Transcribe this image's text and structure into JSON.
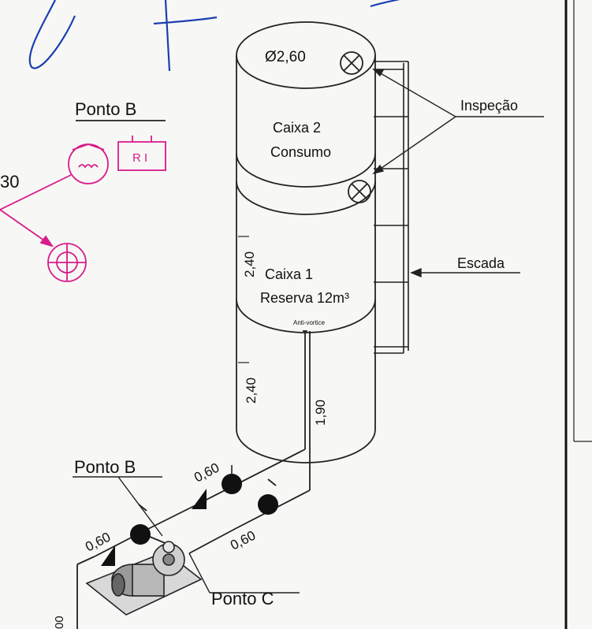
{
  "tank": {
    "diameter": "Ø2,60",
    "upper_name": "Caixa 2",
    "upper_sub": "Consumo",
    "lower_name": "Caixa 1",
    "lower_sub": "Reserva 12m³",
    "height_upper": "2,40",
    "height_lower": "2,40",
    "pipe_height": "1,90",
    "anti_vortex": "Anti-vortice"
  },
  "callouts": {
    "inspection": "Inspeção",
    "ladder": "Escada"
  },
  "points": {
    "b_top": "Ponto B",
    "b_bottom": "Ponto B",
    "c": "Ponto C"
  },
  "pipe_dims": {
    "upper_run": "0,60",
    "left_run": "0,60",
    "lower_run": "0,60"
  },
  "annotations": {
    "edge_top": "30",
    "edge_bottom": "00",
    "ri_box": "R I"
  },
  "colors": {
    "ink": "#111111",
    "annotation_magenta": "#d81b8c",
    "handwriting_blue": "#1a3fb0"
  }
}
